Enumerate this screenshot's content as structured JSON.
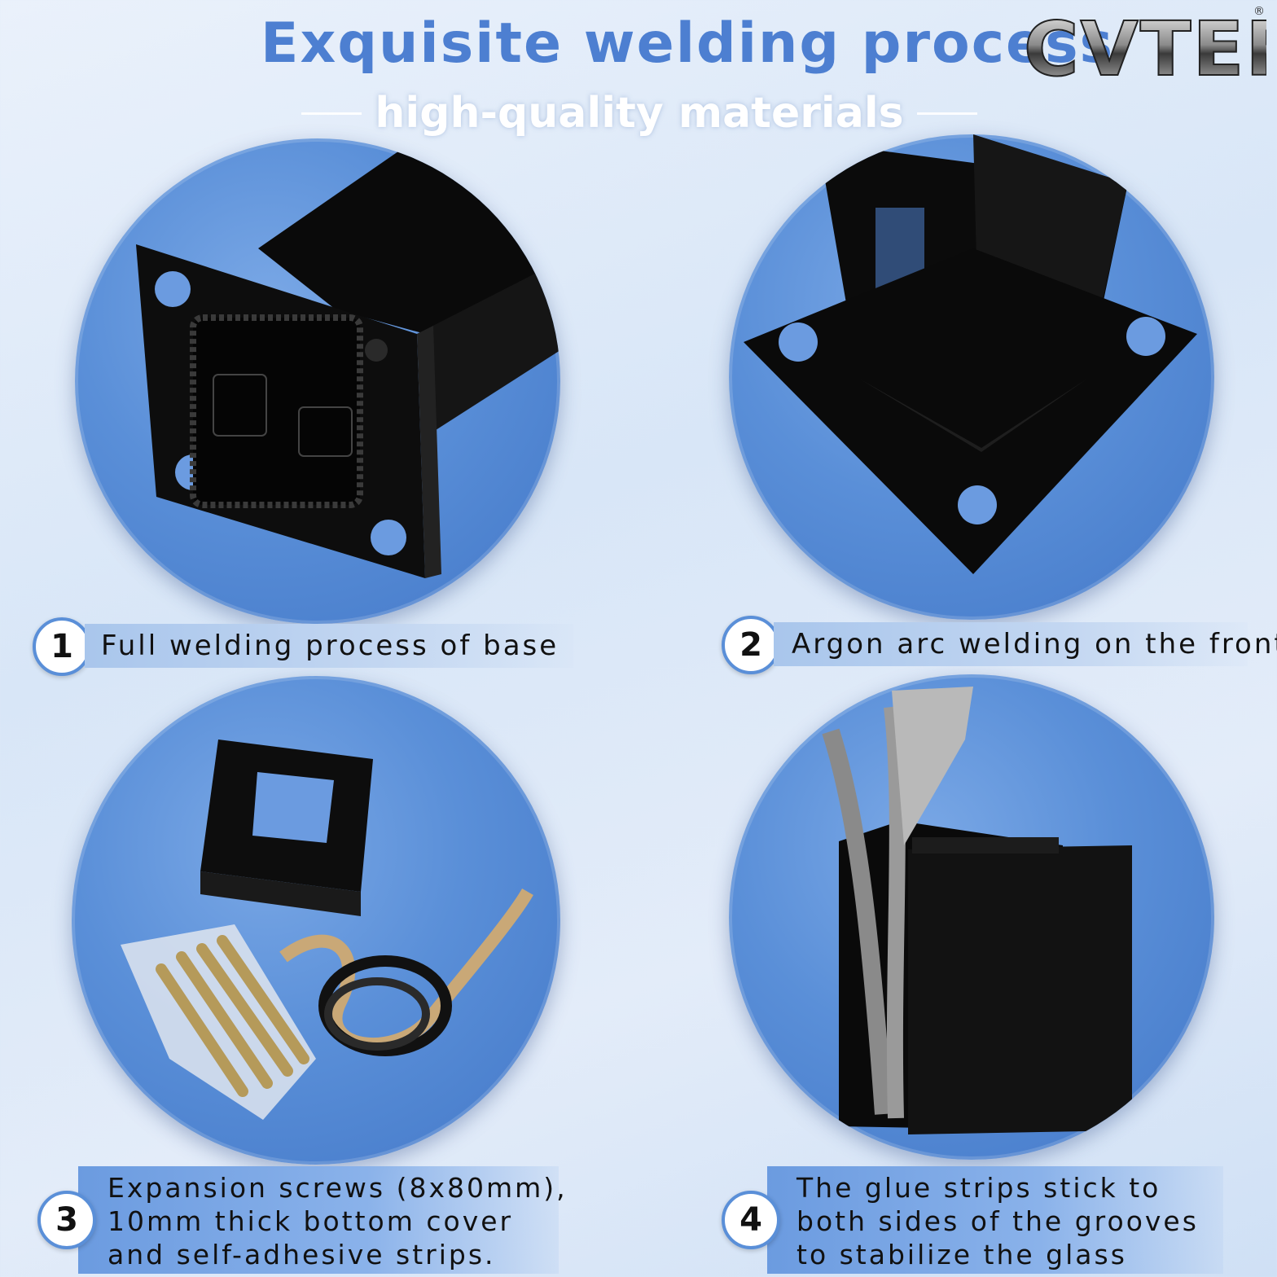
{
  "header": {
    "title": "Exquisite welding process",
    "subtitle": "high-quality materials",
    "brand": "CVTER",
    "brand_mark": "®"
  },
  "features": [
    {
      "number": "1",
      "lines": [
        "Full welding process of base"
      ]
    },
    {
      "number": "2",
      "lines": [
        "Argon arc welding on the front"
      ]
    },
    {
      "number": "3",
      "lines": [
        "Expansion screws (8x80mm),",
        "10mm thick bottom cover",
        "and self-adhesive strips."
      ]
    },
    {
      "number": "4",
      "lines": [
        "The glue strips stick to",
        "both sides of the grooves",
        "to stabilize the glass"
      ]
    }
  ],
  "colors": {
    "title_blue": "#4d7fd1",
    "circle_blue": "#5a8fd8",
    "product_black": "#0d0d0d"
  }
}
